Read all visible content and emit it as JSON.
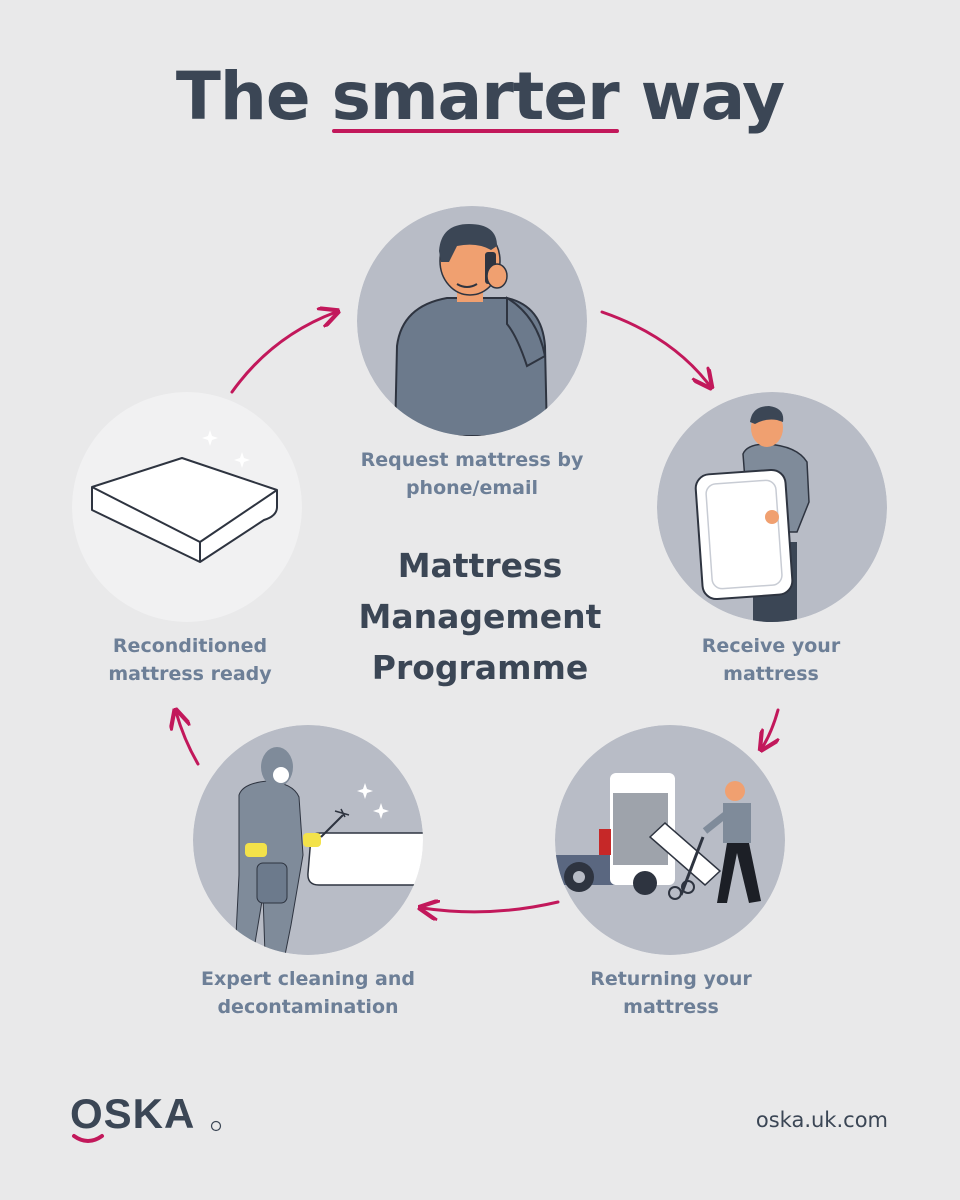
{
  "title": {
    "prefix": "The ",
    "emphasis": "smarter",
    "suffix": " way"
  },
  "center": {
    "line1": "Mattress",
    "line2": "Management",
    "line3": "Programme"
  },
  "steps": [
    {
      "line1": "Request mattress by",
      "line2": "phone/email"
    },
    {
      "line1": "Receive your",
      "line2": "mattress"
    },
    {
      "line1": "Returning your",
      "line2": "mattress"
    },
    {
      "line1": "Expert cleaning and",
      "line2": "decontamination"
    },
    {
      "line1": "Reconditioned",
      "line2": "mattress ready"
    }
  ],
  "footer": {
    "brand": "OSKA",
    "url": "oska.uk.com"
  },
  "colors": {
    "background": "#e9e9ea",
    "heading": "#3b4655",
    "label": "#6d7f97",
    "accent": "#c2185b",
    "circle": "#b8bcc6"
  },
  "icons": [
    "person-phone-icon",
    "person-carrying-mattress-icon",
    "van-delivery-icon",
    "cleaning-worker-icon",
    "clean-mattress-icon",
    "cycle-arrow-icon"
  ]
}
